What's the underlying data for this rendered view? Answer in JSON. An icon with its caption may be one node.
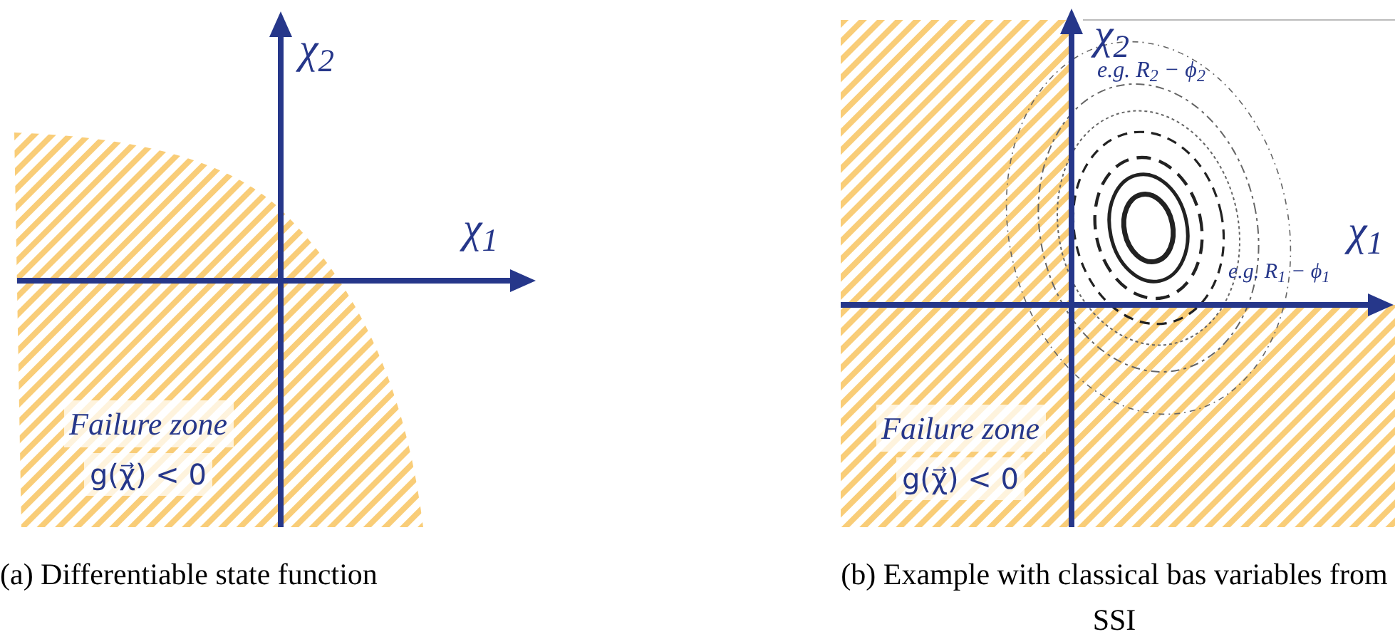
{
  "diagram": {
    "nodes": [
      {
        "text": [
          "Failure zone",
          "g(χ⃗) < 0"
        ]
      },
      {
        "text": [
          "Failure zone",
          "g(χ⃗) < 0"
        ]
      }
    ],
    "labels": [
      "χ$_{2}$",
      "χ$_{1}$",
      "χ$_{2}$",
      "e.g. R$_{2}$ − ϕ$_{2}$",
      "χ$_{1}$",
      "e.g. R$_{1}$ − ϕ$_{1}$",
      "(a) Differentiable state function",
      "(b) Example with classical bas variables from SSI"
    ]
  }
}
